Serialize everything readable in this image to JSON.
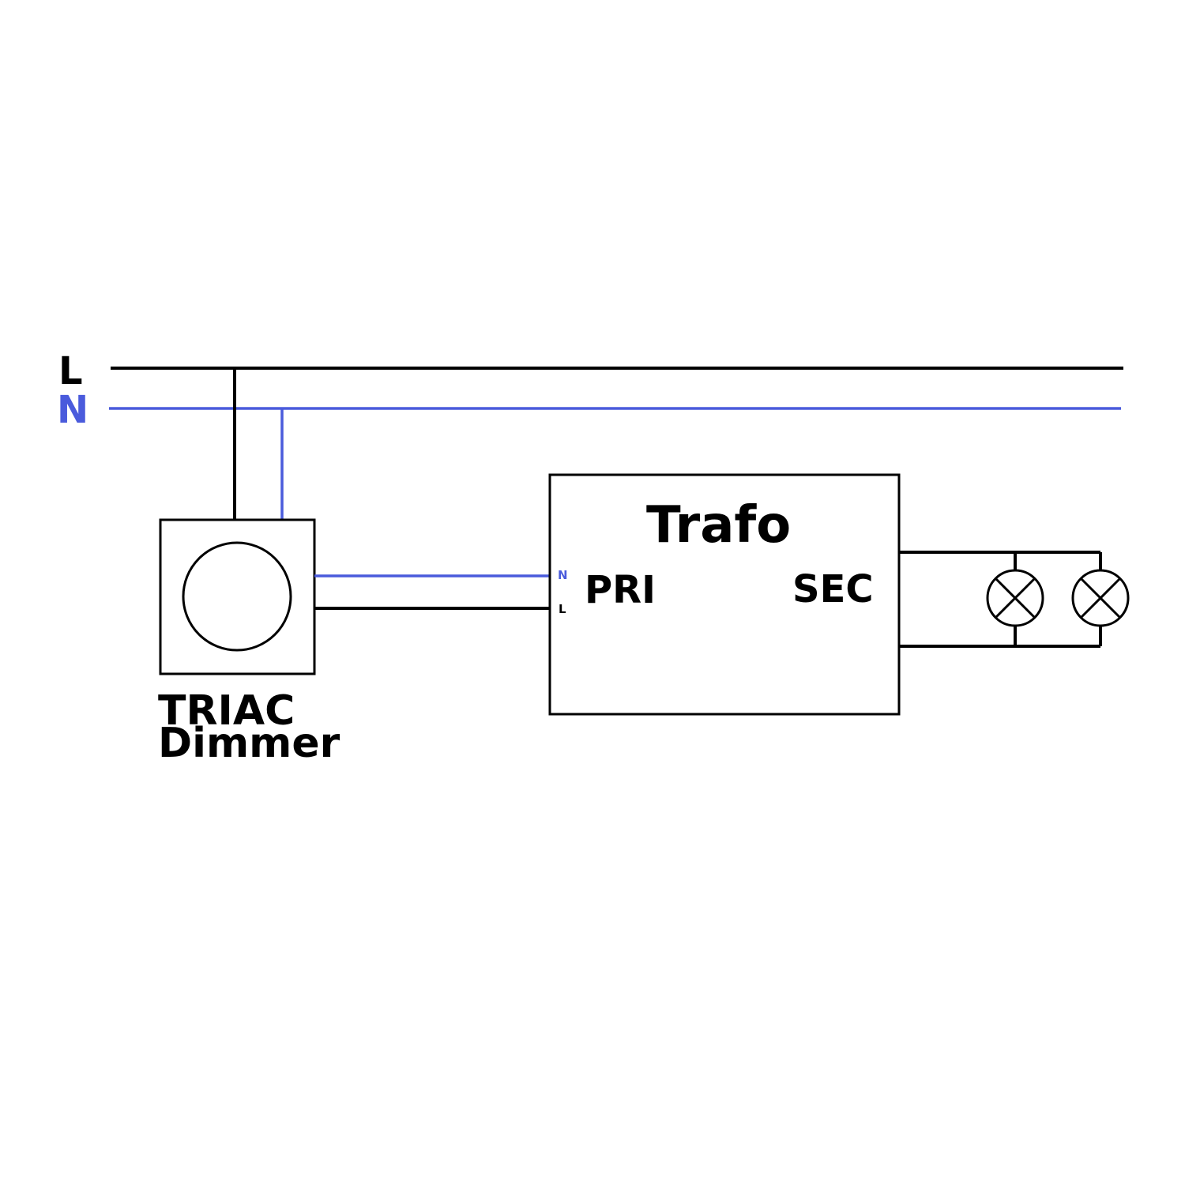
{
  "colors": {
    "line": "#000000",
    "neutral": "#4a5bdc",
    "background": "#ffffff"
  },
  "bus": {
    "live_label": "L",
    "neutral_label": "N"
  },
  "dimmer": {
    "label_line1": "TRIAC",
    "label_line2": "Dimmer"
  },
  "trafo": {
    "title": "Trafo",
    "primary_label": "PRI",
    "secondary_label": "SEC",
    "terminal_n": "N",
    "terminal_l": "L"
  },
  "lamps": [
    {
      "icon": "lamp-icon"
    },
    {
      "icon": "lamp-icon"
    }
  ]
}
